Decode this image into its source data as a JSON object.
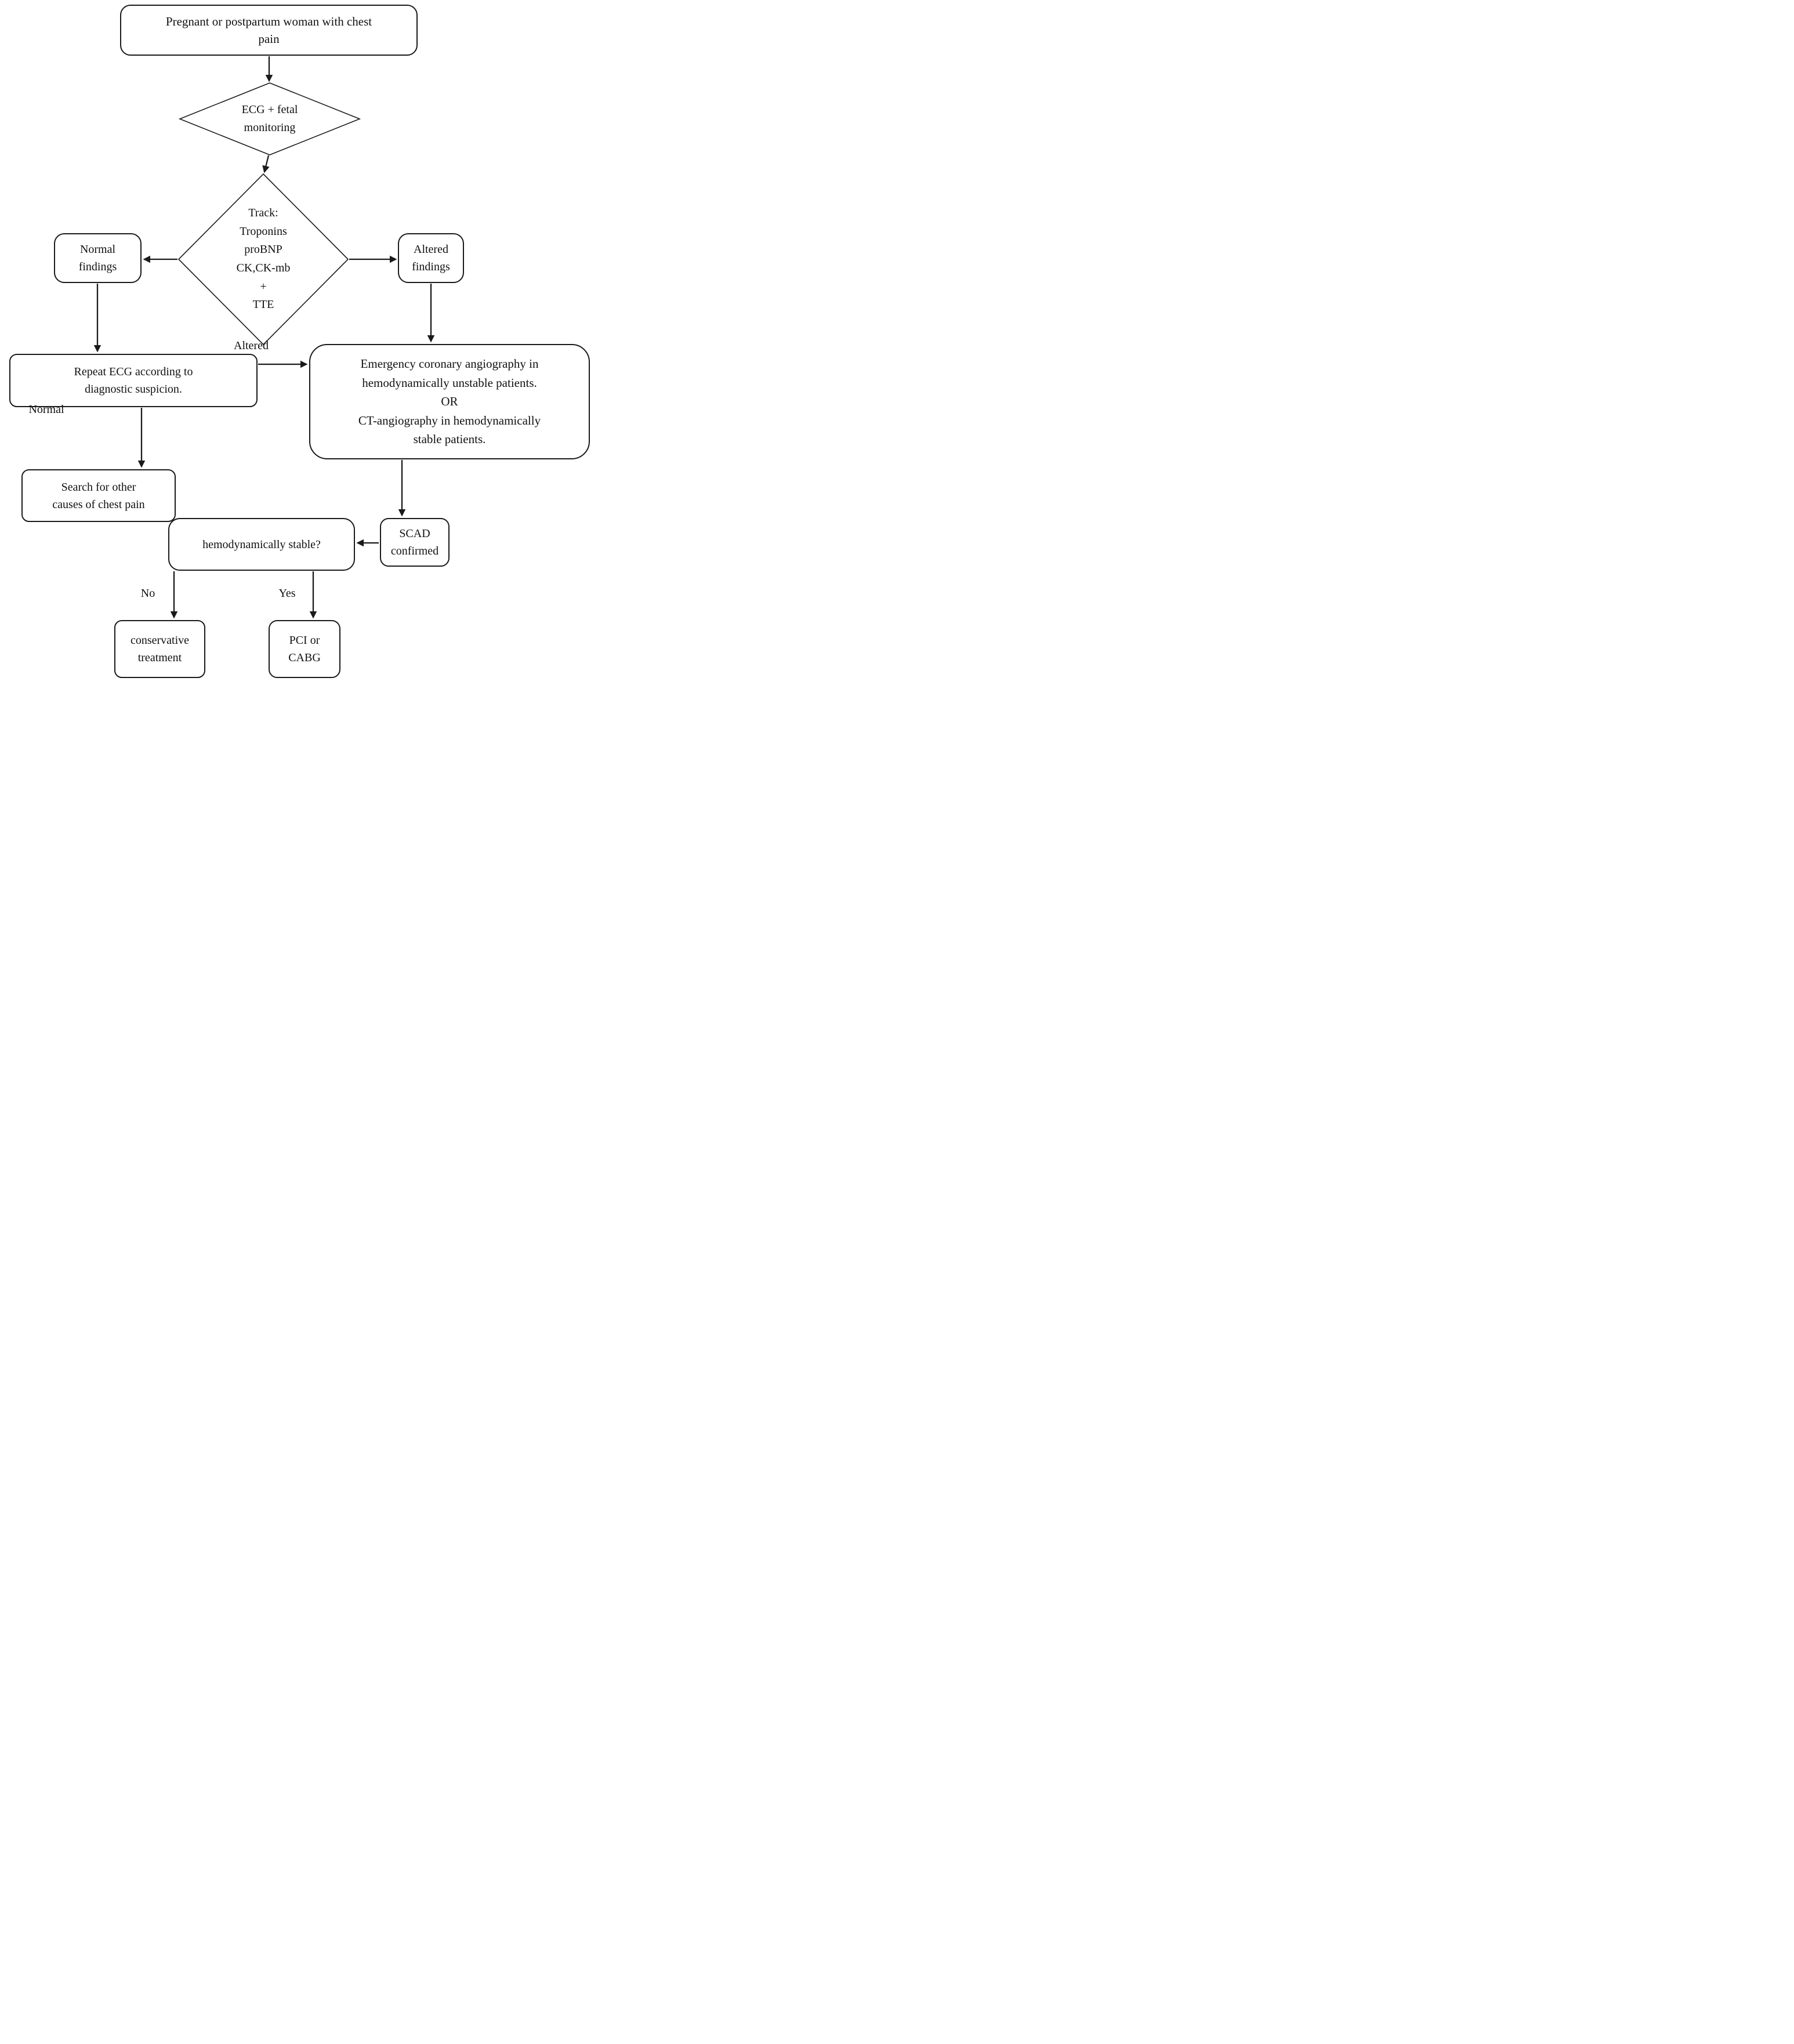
{
  "canvas": {
    "background": "#ffffff",
    "stroke_color": "#1a1a1a",
    "text_color": "#111111"
  },
  "nodes": {
    "start": {
      "shape": "rounded-rect",
      "text": "Pregnant or postpartum woman with chest\npain"
    },
    "ecg_fetal": {
      "shape": "diamond",
      "text": "ECG + fetal\nmonitoring"
    },
    "track": {
      "shape": "diamond",
      "text": "Track:\nTroponins\nproBNP\nCK,CK-mb\n+\nTTE"
    },
    "normal_findings": {
      "shape": "rounded-rect",
      "text": "Normal\nfindings"
    },
    "altered_findings": {
      "shape": "rounded-rect",
      "text": "Altered\nfindings"
    },
    "repeat_ecg": {
      "shape": "rounded-rect",
      "text": "Repeat ECG according to\ndiagnostic suspicion."
    },
    "search_other": {
      "shape": "rounded-rect",
      "text": "Search for other\ncauses of chest pain"
    },
    "angiography": {
      "shape": "rounded-rect",
      "text": "Emergency coronary angiography in\nhemodynamically unstable patients.\nOR\nCT-angiography in hemodynamically\nstable patients."
    },
    "scad_confirmed": {
      "shape": "rounded-rect",
      "text": "SCAD\nconfirmed"
    },
    "stable_question": {
      "shape": "rounded-rect",
      "text": "hemodynamically stable?"
    },
    "conservative": {
      "shape": "rounded-rect",
      "text": "conservative\ntreatment"
    },
    "pci_cabg": {
      "shape": "rounded-rect",
      "text": "PCI or\nCABG"
    }
  },
  "edge_labels": {
    "altered": "Altered",
    "normal": "Normal",
    "no": "No",
    "yes": "Yes"
  }
}
